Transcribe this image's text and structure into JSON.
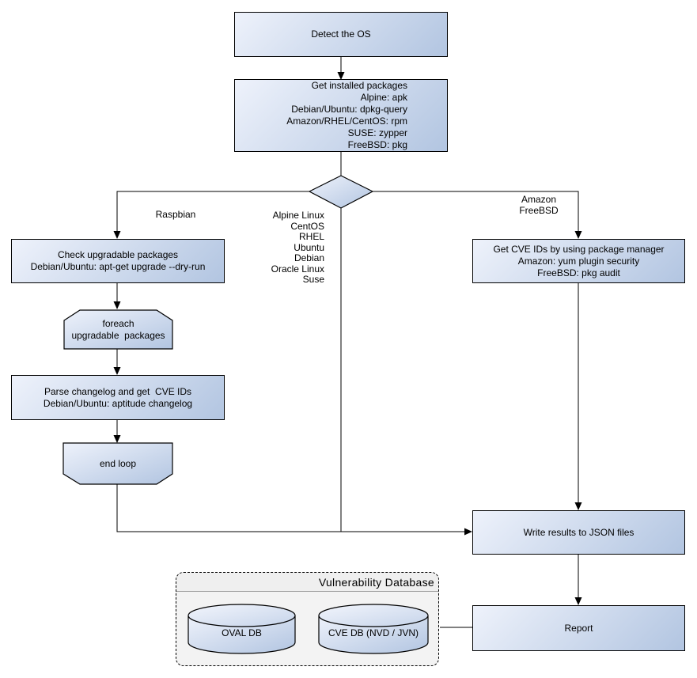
{
  "diagram": {
    "type": "flowchart",
    "background": "#ffffff",
    "colors": {
      "node_gradient_start": "#eef2fb",
      "node_gradient_end": "#b2c5e1",
      "node_border": "#000000",
      "edge_color": "#000000",
      "db_frame_fill": "#f3f3f3",
      "db_header_fill": "#efefef"
    },
    "nodes": {
      "detect_os": {
        "label": "Detect the OS"
      },
      "get_installed_packages": {
        "label": "Get installed packages\nAlpine: apk\nDebian/Ubuntu: dpkg-query\nAmazon/RHEL/CentOS: rpm\nSUSE: zypper\nFreeBSD: pkg"
      },
      "os_decision": {
        "shape": "diamond",
        "label": ""
      },
      "check_upgradable": {
        "label": "Check upgradable packages\nDebian/Ubuntu: apt-get upgrade --dry-run"
      },
      "foreach_loop": {
        "label": "foreach\nupgradable  packages"
      },
      "parse_changelog": {
        "label": "Parse changelog and get  CVE IDs\nDebian/Ubuntu: aptitude changelog"
      },
      "end_loop": {
        "label": "end loop"
      },
      "get_cve_ids": {
        "label": "Get CVE IDs by using package manager\nAmazon: yum plugin security\nFreeBSD: pkg audit"
      },
      "write_results": {
        "label": "Write results to JSON files"
      },
      "report": {
        "label": "Report"
      },
      "vulnerability_database": {
        "title": "Vulnerability Database",
        "oval_db_label": "OVAL DB",
        "cve_db_label": "CVE DB (NVD / JVN)"
      }
    },
    "edge_labels": {
      "raspbian_branch": "Raspbian",
      "amazon_freebsd_branch": "Amazon\nFreeBSD",
      "main_branch_os_list": "Alpine Linux\nCentOS\nRHEL\nUbuntu\nDebian\nOracle Linux\nSuse"
    }
  }
}
